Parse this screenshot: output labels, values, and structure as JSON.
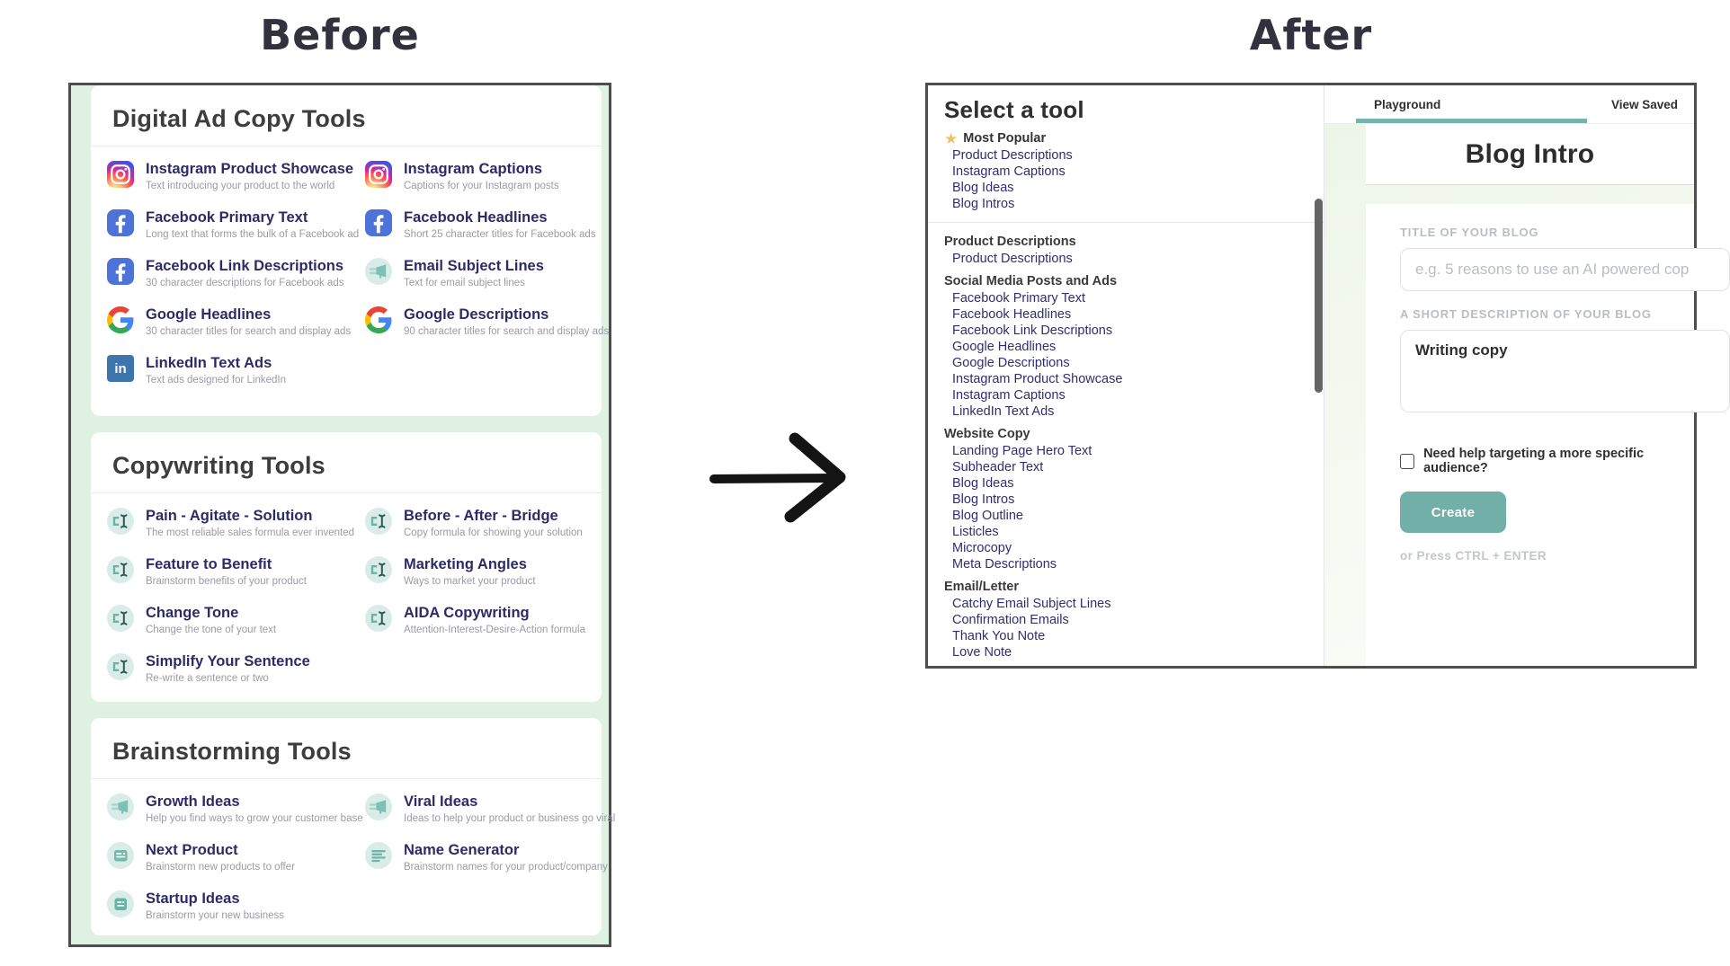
{
  "page": {
    "before_label": "Before",
    "after_label": "After"
  },
  "colors": {
    "panel_border": "#4d4d4d",
    "panel_green": "#dff1e1",
    "accent_teal": "#72afa8",
    "tab_underline": "#79b2ab",
    "link_navy": "#302e6f",
    "star_gold": "#e8c36a"
  },
  "before_panel": {
    "sections": [
      {
        "title": "Digital Ad Copy Tools",
        "items": [
          {
            "icon": "instagram-icon",
            "title": "Instagram Product Showcase",
            "subtitle": "Text introducing your product to the world"
          },
          {
            "icon": "instagram-icon",
            "title": "Instagram Captions",
            "subtitle": "Captions for your Instagram posts"
          },
          {
            "icon": "facebook-icon",
            "title": "Facebook Primary Text",
            "subtitle": "Long text that forms the bulk of a Facebook ad"
          },
          {
            "icon": "facebook-icon",
            "title": "Facebook Headlines",
            "subtitle": "Short 25 character titles for Facebook ads"
          },
          {
            "icon": "facebook-icon",
            "title": "Facebook Link Descriptions",
            "subtitle": "30 character descriptions for Facebook ads"
          },
          {
            "icon": "megaphone-icon",
            "title": "Email Subject Lines",
            "subtitle": "Text for email subject lines"
          },
          {
            "icon": "google-icon",
            "title": "Google Headlines",
            "subtitle": "30 character titles for search and display ads"
          },
          {
            "icon": "google-icon",
            "title": "Google Descriptions",
            "subtitle": "90 character titles for search and display ads"
          },
          {
            "icon": "linkedin-icon",
            "title": "LinkedIn Text Ads",
            "subtitle": "Text ads designed for LinkedIn"
          }
        ]
      },
      {
        "title": "Copywriting Tools",
        "items": [
          {
            "icon": "text-cursor-icon",
            "title": "Pain - Agitate - Solution",
            "subtitle": "The most reliable sales formula ever invented"
          },
          {
            "icon": "text-cursor-icon",
            "title": "Before - After - Bridge",
            "subtitle": "Copy formula for showing your solution"
          },
          {
            "icon": "text-cursor-icon",
            "title": "Feature to Benefit",
            "subtitle": "Brainstorm benefits of your product"
          },
          {
            "icon": "text-cursor-icon",
            "title": "Marketing Angles",
            "subtitle": "Ways to market your product"
          },
          {
            "icon": "text-cursor-icon",
            "title": "Change Tone",
            "subtitle": "Change the tone of your text"
          },
          {
            "icon": "text-cursor-icon",
            "title": "AIDA Copywriting",
            "subtitle": "Attention-Interest-Desire-Action formula"
          },
          {
            "icon": "text-cursor-icon",
            "title": "Simplify Your Sentence",
            "subtitle": "Re-write a sentence or two"
          }
        ]
      },
      {
        "title": "Brainstorming Tools",
        "items": [
          {
            "icon": "megaphone-icon",
            "title": "Growth Ideas",
            "subtitle": "Help you find ways to grow your customer base"
          },
          {
            "icon": "megaphone-icon",
            "title": "Viral Ideas",
            "subtitle": "Ideas to help your product or business go viral"
          },
          {
            "icon": "product-card-icon",
            "title": "Next Product",
            "subtitle": "Brainstorm new products to offer"
          },
          {
            "icon": "lines-icon",
            "title": "Name Generator",
            "subtitle": "Brainstorm names for your product/company"
          },
          {
            "icon": "notepad-icon",
            "title": "Startup Ideas",
            "subtitle": "Brainstorm your new business"
          }
        ]
      }
    ]
  },
  "after_panel": {
    "sidebar": {
      "title": "Select a tool",
      "most_popular": {
        "label": "Most Popular",
        "star_icon": "star-icon",
        "items": [
          "Product Descriptions",
          "Instagram Captions",
          "Blog Ideas",
          "Blog Intros"
        ]
      },
      "groups": [
        {
          "title": "Product Descriptions",
          "items": [
            "Product Descriptions"
          ]
        },
        {
          "title": "Social Media Posts and Ads",
          "items": [
            "Facebook Primary Text",
            "Facebook Headlines",
            "Facebook Link Descriptions",
            "Google Headlines",
            "Google Descriptions",
            "Instagram Product Showcase",
            "Instagram Captions",
            "LinkedIn Text Ads"
          ]
        },
        {
          "title": "Website Copy",
          "items": [
            "Landing Page Hero Text",
            "Subheader Text",
            "Blog Ideas",
            "Blog Intros",
            "Blog Outline",
            "Listicles",
            "Microcopy",
            "Meta Descriptions"
          ]
        },
        {
          "title": "Email/Letter",
          "items": [
            "Catchy Email Subject Lines",
            "Confirmation Emails",
            "Thank You Note",
            "Love Note"
          ]
        }
      ]
    },
    "playground": {
      "tabs": [
        {
          "label": "Playground",
          "active": true
        },
        {
          "label": "View Saved",
          "active": false
        }
      ],
      "title": "Blog Intro",
      "fields": [
        {
          "label": "TITLE OF YOUR BLOG",
          "placeholder": "e.g. 5 reasons to use an AI powered cop",
          "value": ""
        },
        {
          "label": "A SHORT DESCRIPTION OF YOUR BLOG",
          "value": "Writing copy"
        }
      ],
      "checkbox_label": "Need help targeting a more specific audience?",
      "create_label": "Create",
      "hint": "or Press CTRL + ENTER"
    }
  }
}
